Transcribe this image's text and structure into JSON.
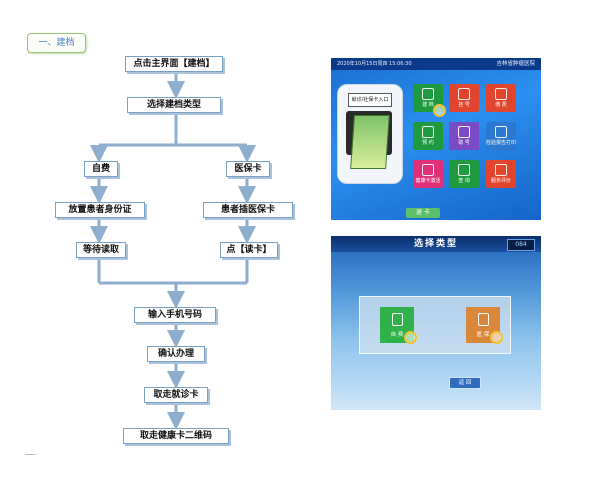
{
  "section_tag": "一、建档",
  "flow": {
    "start": "点击主界面【建档】",
    "choose_type": "选择建档类型",
    "branch_left": {
      "label": "自费",
      "step1": "放置患者身份证",
      "step2": "等待读取"
    },
    "branch_right": {
      "label": "医保卡",
      "step1": "患者插医保卡",
      "step2": "点【读卡】"
    },
    "after_merge": [
      "输入手机号码",
      "确认办理",
      "取走就诊卡",
      "取走健康卡二维码"
    ]
  },
  "kiosk_screen": {
    "datetime": "2020年10月15日周四   15:06:30",
    "hospital": "吉林省肿瘤医院",
    "reader_label": "就诊/社保卡入口",
    "tiles": [
      {
        "label": "建 档",
        "color": "#1f9a3e"
      },
      {
        "label": "挂 号",
        "color": "#e2452d"
      },
      {
        "label": "缴 费",
        "color": "#e2452d"
      },
      {
        "label": "预 约",
        "color": "#1f9a3e"
      },
      {
        "label": "取 号",
        "color": "#7a4bc4"
      },
      {
        "label": "检验报告打印",
        "color": "#2a78d0"
      },
      {
        "label": "健康卡激活",
        "color": "#e0307a"
      },
      {
        "label": "查 询",
        "color": "#1f9a3e"
      },
      {
        "label": "服务评价",
        "color": "#e2452d"
      }
    ],
    "bottom_button": "退 卡"
  },
  "select_screen": {
    "title": "选择类型",
    "counter": "084",
    "options": [
      {
        "label": "自 费",
        "color": "#2fb24a"
      },
      {
        "label": "医 保",
        "color": "#d9873a"
      }
    ],
    "back_button": "返 回"
  }
}
